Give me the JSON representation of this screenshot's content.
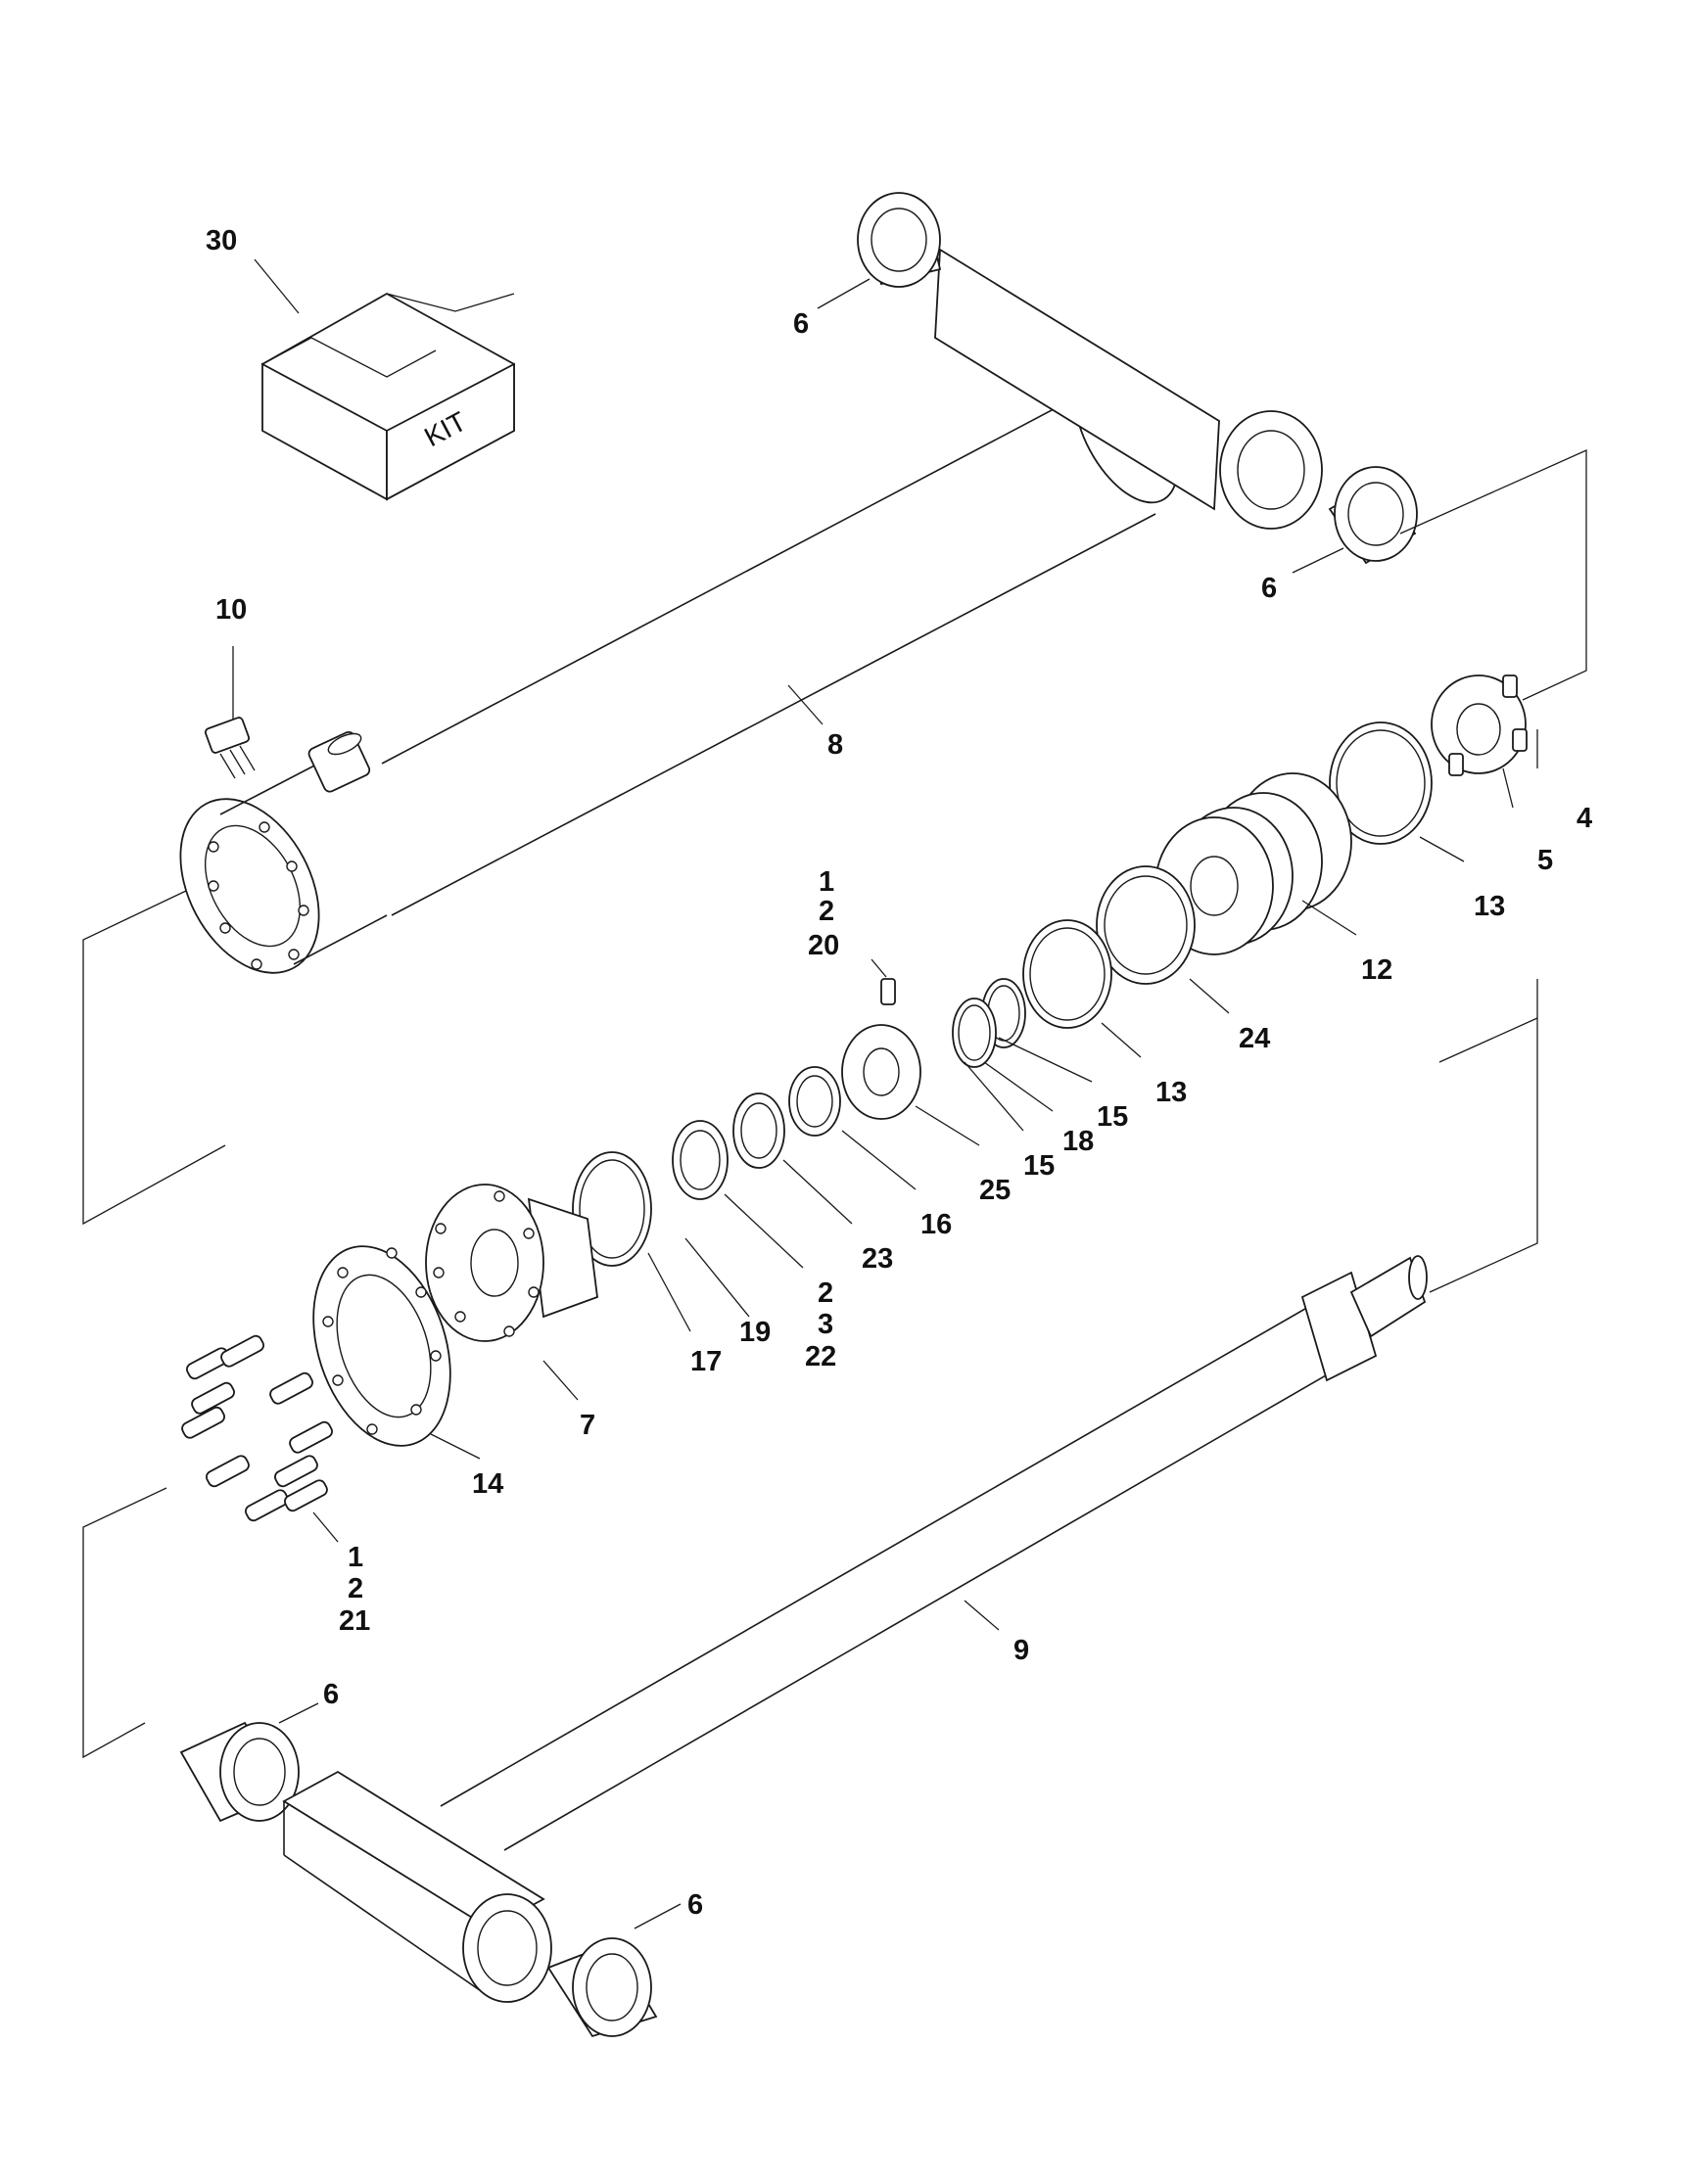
{
  "kit_box": {
    "text": "KIT"
  },
  "callouts": [
    {
      "id": "c30",
      "text": "30"
    },
    {
      "id": "c6a",
      "text": "6"
    },
    {
      "id": "c6b",
      "text": "6"
    },
    {
      "id": "c10",
      "text": "10"
    },
    {
      "id": "c8",
      "text": "8"
    },
    {
      "id": "c4",
      "text": "4"
    },
    {
      "id": "c5",
      "text": "5"
    },
    {
      "id": "c13a",
      "text": "13"
    },
    {
      "id": "c12",
      "text": "12"
    },
    {
      "id": "c24",
      "text": "24"
    },
    {
      "id": "c13b",
      "text": "13"
    },
    {
      "id": "c15a",
      "text": "15"
    },
    {
      "id": "c18",
      "text": "18"
    },
    {
      "id": "c15b",
      "text": "15"
    },
    {
      "id": "c25",
      "text": "25"
    },
    {
      "id": "c16",
      "text": "16"
    },
    {
      "id": "c23",
      "text": "23"
    },
    {
      "id": "c1a",
      "text": "1"
    },
    {
      "id": "c2a",
      "text": "2"
    },
    {
      "id": "c20",
      "text": "20"
    },
    {
      "id": "c2b",
      "text": "2"
    },
    {
      "id": "c3",
      "text": "3"
    },
    {
      "id": "c22",
      "text": "22"
    },
    {
      "id": "c19",
      "text": "19"
    },
    {
      "id": "c17",
      "text": "17"
    },
    {
      "id": "c7",
      "text": "7"
    },
    {
      "id": "c14",
      "text": "14"
    },
    {
      "id": "c1b",
      "text": "1"
    },
    {
      "id": "c2c",
      "text": "2"
    },
    {
      "id": "c21",
      "text": "21"
    },
    {
      "id": "c9",
      "text": "9"
    },
    {
      "id": "c6c",
      "text": "6"
    },
    {
      "id": "c6d",
      "text": "6"
    }
  ]
}
